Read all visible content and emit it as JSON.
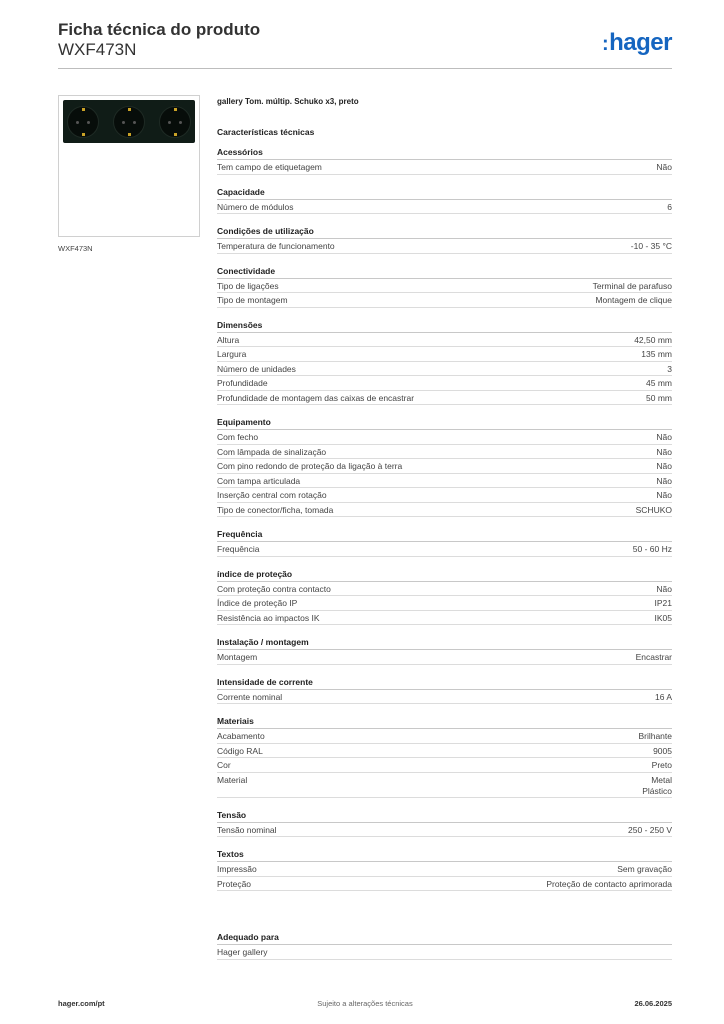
{
  "header": {
    "title": "Ficha técnica do produto",
    "subtitle": "WXF473N",
    "logo": "hager",
    "logo_color": "#1565c0"
  },
  "image": {
    "caption": "WXF473N"
  },
  "product_name": "gallery Tom. múltip. Schuko x3, preto",
  "spec_heading": "Características técnicas",
  "sections": [
    {
      "title": "Acessórios",
      "rows": [
        {
          "label": "Tem campo de etiquetagem",
          "value": "Não"
        }
      ]
    },
    {
      "title": "Capacidade",
      "rows": [
        {
          "label": "Número de módulos",
          "value": "6"
        }
      ]
    },
    {
      "title": "Condições de utilização",
      "rows": [
        {
          "label": "Temperatura de funcionamento",
          "value": "-10 - 35 °C"
        }
      ]
    },
    {
      "title": "Conectividade",
      "rows": [
        {
          "label": "Tipo de ligações",
          "value": "Terminal de parafuso"
        },
        {
          "label": "Tipo de montagem",
          "value": "Montagem de clique"
        }
      ]
    },
    {
      "title": "Dimensões",
      "rows": [
        {
          "label": "Altura",
          "value": "42,50 mm"
        },
        {
          "label": "Largura",
          "value": "135 mm"
        },
        {
          "label": "Número de unidades",
          "value": "3"
        },
        {
          "label": "Profundidade",
          "value": "45 mm"
        },
        {
          "label": "Profundidade de montagem das caixas de encastrar",
          "value": "50 mm"
        }
      ]
    },
    {
      "title": "Equipamento",
      "rows": [
        {
          "label": "Com fecho",
          "value": "Não"
        },
        {
          "label": "Com lâmpada de sinalização",
          "value": "Não"
        },
        {
          "label": "Com pino redondo de proteção da ligação à terra",
          "value": "Não"
        },
        {
          "label": "Com tampa articulada",
          "value": "Não"
        },
        {
          "label": "Inserção central com rotação",
          "value": "Não"
        },
        {
          "label": "Tipo de conector/ficha, tomada",
          "value": "SCHUKO"
        }
      ]
    },
    {
      "title": "Frequência",
      "rows": [
        {
          "label": "Frequência",
          "value": "50 - 60 Hz"
        }
      ]
    },
    {
      "title": "índice de proteção",
      "rows": [
        {
          "label": "Com proteção contra contacto",
          "value": "Não"
        },
        {
          "label": "Índice de proteção IP",
          "value": "IP21"
        },
        {
          "label": "Resistência ao impactos IK",
          "value": "IK05"
        }
      ]
    },
    {
      "title": "Instalação / montagem",
      "rows": [
        {
          "label": "Montagem",
          "value": "Encastrar"
        }
      ]
    },
    {
      "title": "Intensidade de corrente",
      "rows": [
        {
          "label": "Corrente nominal",
          "value": "16 A"
        }
      ]
    },
    {
      "title": "Materiais",
      "rows": [
        {
          "label": "Acabamento",
          "value": "Brilhante"
        },
        {
          "label": "Código RAL",
          "value": "9005"
        },
        {
          "label": "Cor",
          "value": "Preto"
        },
        {
          "label": "Material",
          "value": "Metal\nPlástico"
        }
      ]
    },
    {
      "title": "Tensão",
      "rows": [
        {
          "label": "Tensão nominal",
          "value": "250 - 250 V"
        }
      ]
    },
    {
      "title": "Textos",
      "rows": [
        {
          "label": "Impressão",
          "value": "Sem gravação"
        },
        {
          "label": "Proteção",
          "value": "Proteção de contacto aprimorada"
        }
      ]
    }
  ],
  "suitable": {
    "title": "Adequado para",
    "items": [
      "Hager gallery"
    ]
  },
  "footer": {
    "left": "hager.com/pt",
    "center": "Sujeito a alterações técnicas",
    "right": "26.06.2025"
  }
}
